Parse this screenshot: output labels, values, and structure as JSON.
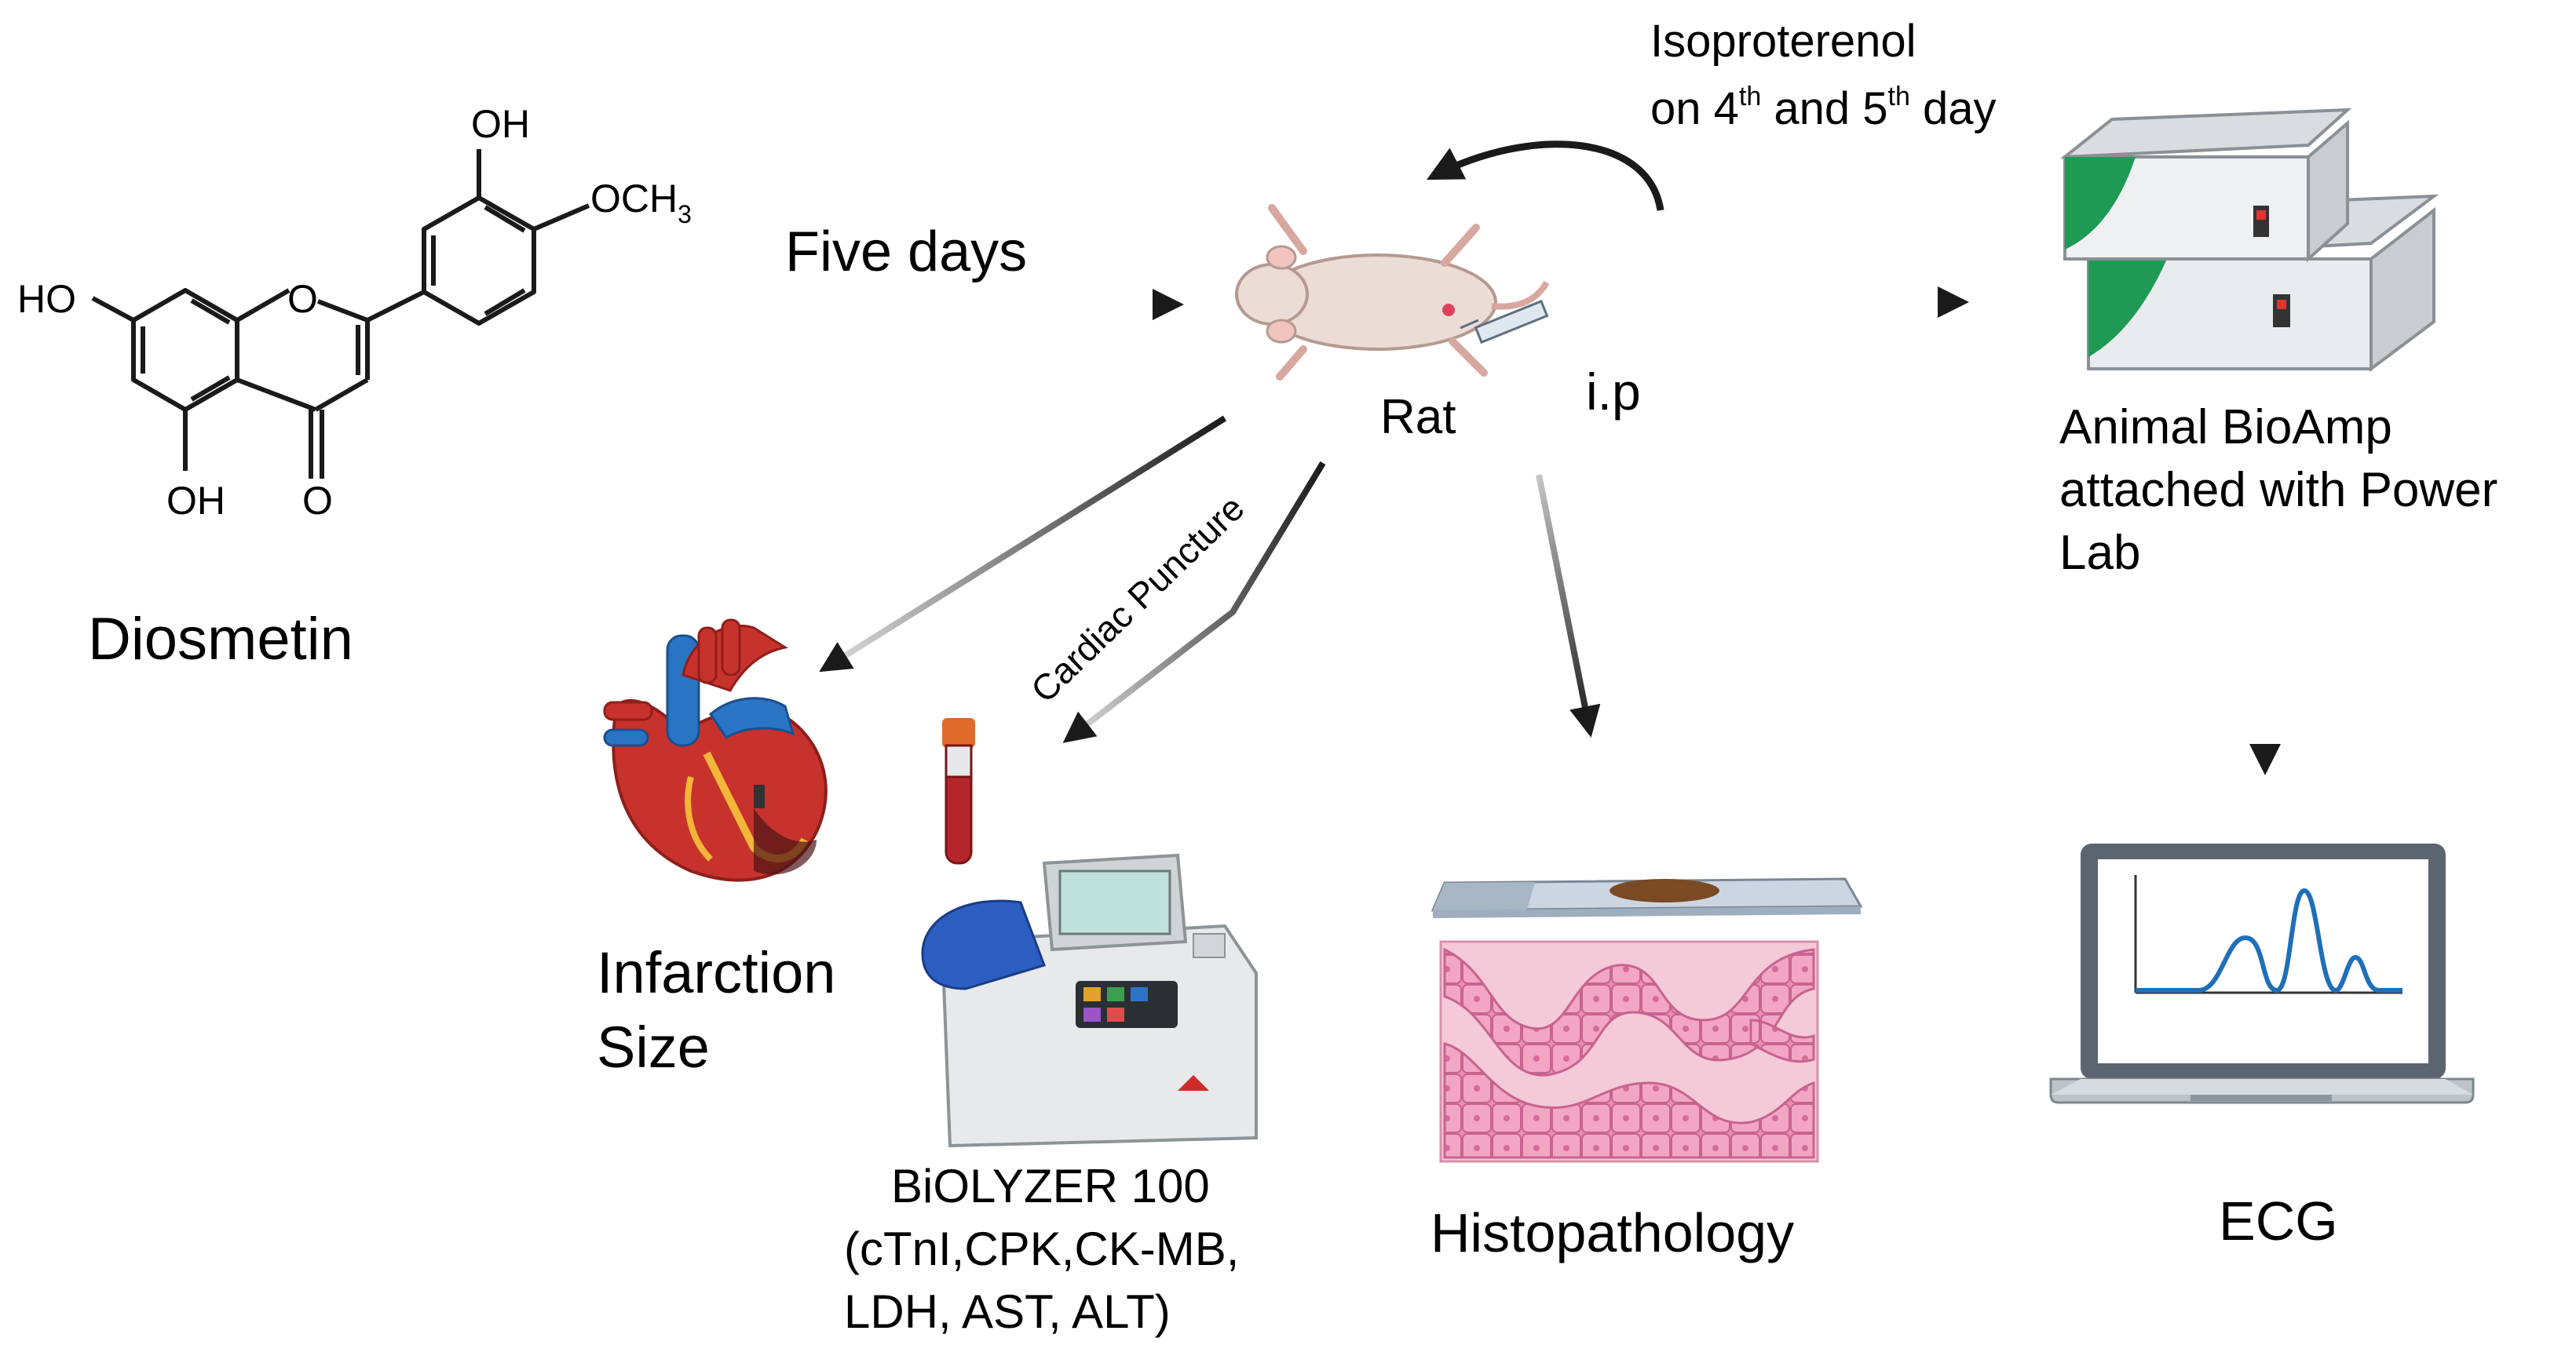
{
  "compound": {
    "name": "Diosmetin",
    "substituents": {
      "oh_top": "OH",
      "och3": "OCH",
      "och3_sub": "3",
      "ho_left": "HO",
      "oh_bottom": "OH",
      "ring_o": "O",
      "carbonyl_o": "O"
    }
  },
  "arrows": {
    "dosing_label": "Five days",
    "isoproterenol_line1": "Isoproterenol",
    "isoproterenol_line2_pre": "on 4",
    "isoproterenol_sup1": "th",
    "isoproterenol_line2_mid": " and 5",
    "isoproterenol_sup2": "th",
    "isoproterenol_line2_post": " day",
    "route": "i.p",
    "cardiac_puncture": "Cardiac Puncture"
  },
  "rat": {
    "label": "Rat"
  },
  "outcomes": {
    "infarction_line1": "Infarction",
    "infarction_line2": "Size",
    "biolyzer_line1": "BiOLYZER 100",
    "biolyzer_line2": "(cTnI,CPK,CK-MB,",
    "biolyzer_line3": "LDH, AST, ALT)",
    "histopathology": "Histopathology",
    "bioamp_line1": "Animal BioAmp",
    "bioamp_line2": "attached with Power",
    "bioamp_line3": "Lab",
    "ecg": "ECG"
  },
  "icons": [
    "diosmetin-structure",
    "rat-icon",
    "syringe-icon",
    "heart-icon",
    "blood-tube-icon",
    "analyzer-icon",
    "slide-icon",
    "tissue-icon",
    "bioamp-icon",
    "laptop-icon"
  ],
  "colors": {
    "arrow": "#1a1a1a",
    "heart_red": "#c8322c",
    "heart_blue": "#2a74c4",
    "tissue_pink": "#e690b0",
    "bioamp_green": "#1f9a55",
    "ecg_line": "#1f6fb8"
  }
}
